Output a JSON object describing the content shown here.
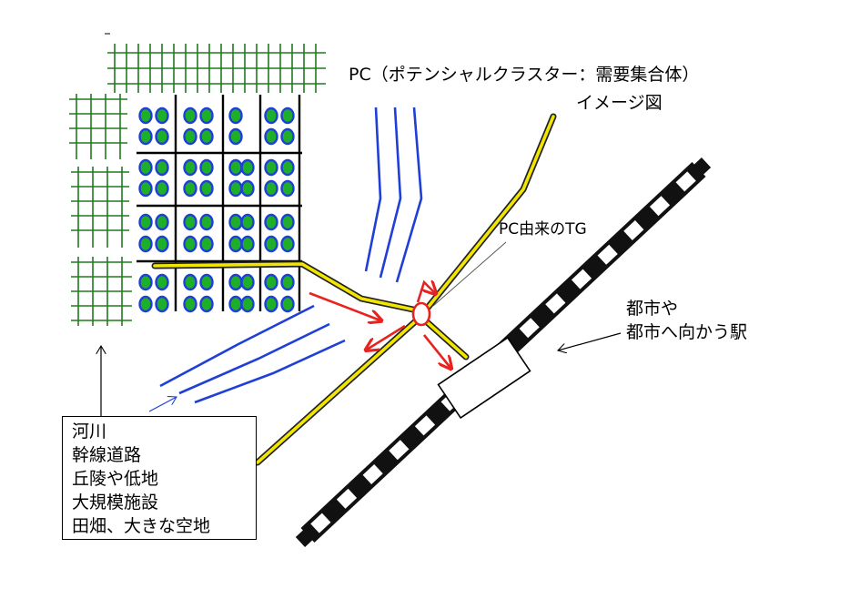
{
  "diagram": {
    "title_line1": "PC（ポテンシャルクラスター：需要集合体）",
    "title_line2": "イメージ図",
    "tg_label": "PC由来のTG",
    "station_label_line1": "都市や",
    "station_label_line2": "都市へ向かう駅",
    "legend_items": [
      {
        "text": "河川"
      },
      {
        "text": "幹線道路"
      },
      {
        "text": "丘陵や低地"
      },
      {
        "text": "大規模施設"
      },
      {
        "text": "田畑、大きな空地"
      }
    ]
  },
  "colors": {
    "field_grid": "#1f7a1f",
    "river": "#1f3fd6",
    "road_fill": "#f2e600",
    "road_edge": "#222222",
    "flow_arrow": "#e8231f",
    "cluster_dot_fill": "#1fae2a",
    "cluster_dot_ring": "#1f3fd6",
    "railway": "#111111"
  }
}
